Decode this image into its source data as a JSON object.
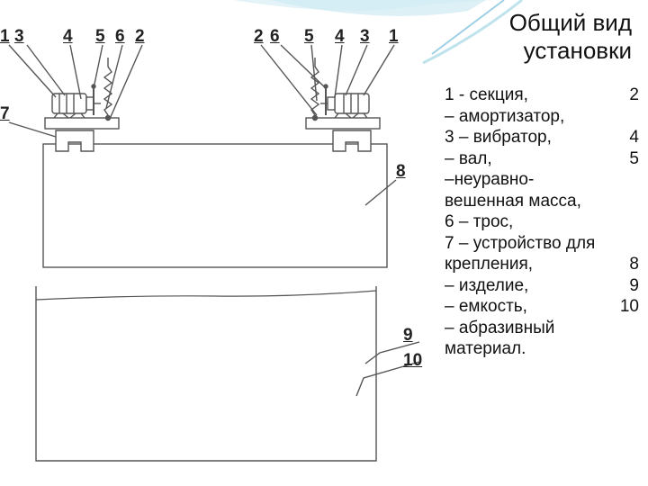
{
  "title": "Общий вид установки",
  "legend_lines": [
    [
      "1 - секция,",
      "2"
    ],
    [
      "– амортизатор,",
      ""
    ],
    [
      "3 – вибратор,",
      "4"
    ],
    [
      "– вал,",
      "5"
    ],
    [
      "–неуравно-",
      ""
    ],
    [
      "вешенная масса,",
      ""
    ],
    [
      "6 – трос,",
      ""
    ],
    [
      "7 – устройство для",
      ""
    ],
    [
      "крепления,",
      "8"
    ],
    [
      "– изделие,",
      "9"
    ],
    [
      "– емкость,",
      "10"
    ],
    [
      "– абразивный",
      ""
    ],
    [
      "материал.",
      ""
    ]
  ],
  "callouts": {
    "left_top": [
      "1",
      "3",
      "4",
      "5",
      "6",
      "2"
    ],
    "right_top": [
      "2",
      "6",
      "5",
      "4",
      "3",
      "1"
    ],
    "side": [
      "7",
      "8",
      "9",
      "10"
    ]
  },
  "colors": {
    "line": "#555555",
    "accent_teal": "#bfe3ec",
    "accent_blue": "#9fd0e6"
  }
}
